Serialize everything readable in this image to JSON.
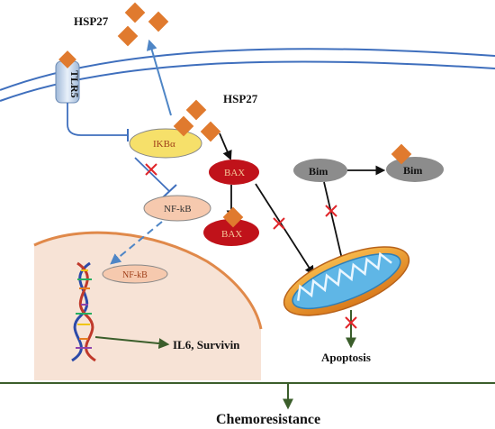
{
  "labels": {
    "hsp27_outside": "HSP27",
    "hsp27_inside": "HSP27",
    "tlr5": "TLR5",
    "ikba": "IKBα",
    "nfkb_cytoplasm": "NF-kB",
    "nfkb_nucleus": "NF-kB",
    "bax": "BAX",
    "bax_bound": "BAX",
    "bim": "Bim",
    "bim_bound": "Bim",
    "il6_survivin": "IL6, Survivin",
    "apoptosis": "Apoptosis",
    "chemoresistance": "Chemoresistance"
  },
  "colors": {
    "membrane": "#3f6fbd",
    "hsp27": "#e07a2e",
    "bax": "#c0121a",
    "bim": "#8c8c8c",
    "ikba": "#f6e06a",
    "nfkb": "#f6c9ae",
    "nucleus": "#f7e3d6",
    "nucleus_border": "#e0894a",
    "inhibit_x": "#e0262a",
    "ground_line": "#3b5e2b"
  }
}
